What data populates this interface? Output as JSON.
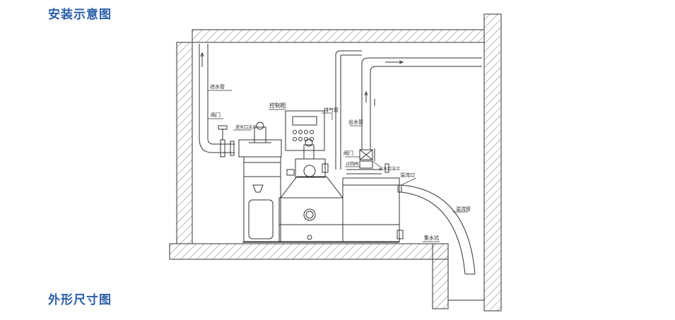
{
  "headings": {
    "installation": "安装示意图",
    "dimensions": "外形尺寸图"
  },
  "labels": {
    "inlet_pipe": "进水管",
    "valve_left": "阀门",
    "inlet_flange": "进水口法兰",
    "control_cabinet": "控制柜",
    "vent_pipe": "排气管",
    "outlet_pipe": "出水管",
    "valve_right": "阀门",
    "check_valve": "止回阀",
    "outlet_flange": "出水口法兰",
    "overflow_port": "溢流口",
    "overflow_pipe": "溢流管",
    "sump_pit": "集水坑"
  },
  "colors": {
    "heading": "#2b5fa8",
    "line": "#333333",
    "hatch": "#6a6a6a"
  }
}
